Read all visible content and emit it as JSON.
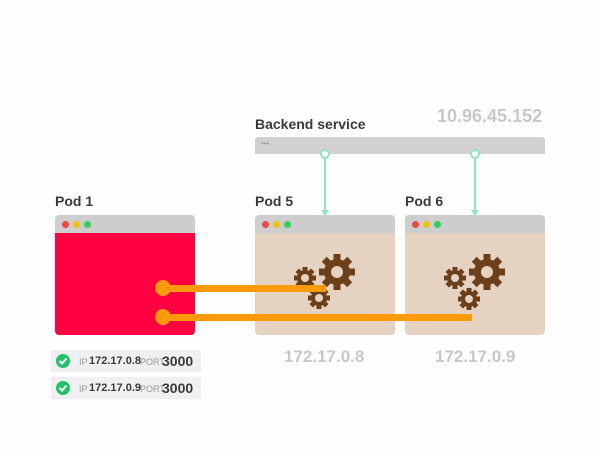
{
  "service": {
    "label": "Backend service",
    "cluster_ip": "10.96.45.152",
    "titlebar_dots": "•••",
    "connector_color": "#8de6c4"
  },
  "pods": [
    {
      "label": "Pod 1",
      "body_color": "#ff0040",
      "icon": "none"
    },
    {
      "label": "Pod 5",
      "body_color": "#e6d2c1",
      "icon": "gears-icon",
      "ip": "172.17.0.8"
    },
    {
      "label": "Pod 6",
      "body_color": "#e6d2c1",
      "icon": "gears-icon",
      "ip": "172.17.0.9"
    }
  ],
  "endpoints": [
    {
      "ip_label": "IP",
      "ip": "172.17.0.8",
      "port_label": "PORT",
      "port": "3000",
      "status": "ok"
    },
    {
      "ip_label": "IP",
      "ip": "172.17.0.9",
      "port_label": "PORT",
      "port": "3000",
      "status": "ok"
    }
  ],
  "connections": {
    "color": "#ff9a0a",
    "links": [
      {
        "from": "Pod 1",
        "to": "Pod 5"
      },
      {
        "from": "Pod 1",
        "to": "Pod 6"
      }
    ]
  }
}
